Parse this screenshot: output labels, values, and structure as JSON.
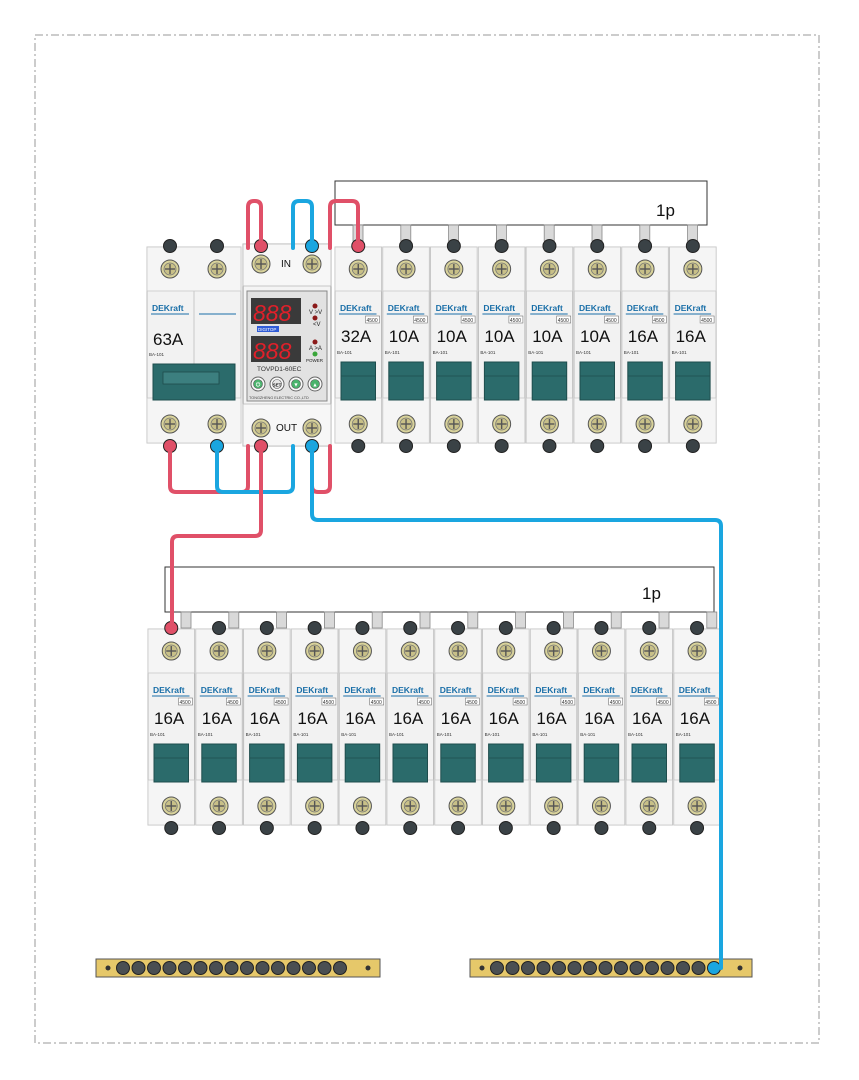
{
  "colors": {
    "phase_wire": "#e05068",
    "neutral_wire": "#1aa6e0",
    "breaker_body": "#f2f2f2",
    "breaker_lever": "#2b6b6b",
    "brand": "#1a6fa8",
    "busbar": "#e6c86a",
    "led": "#e0202a"
  },
  "busbar_top": {
    "label": "1p"
  },
  "busbar_bottom": {
    "label": "1p"
  },
  "main_switch": {
    "brand": "DEKraft",
    "rating": "63A",
    "model": "BA-101"
  },
  "voltage_relay": {
    "in_label": "IN",
    "out_label": "OUT",
    "display_top": "888",
    "display_bottom": "888",
    "brand_tag": "DIGITOP",
    "top_indicators": [
      "V >V",
      "<V"
    ],
    "bottom_indicators": [
      "A >A",
      "POWER"
    ],
    "model": "TOVPD1-60EC",
    "maker": "TONGZHENG ELECTRIC CO.,LTD",
    "btn_power": "⏻",
    "btn_set": "SET",
    "btn_down": "▼",
    "btn_up": "▲"
  },
  "top_row_breakers": [
    {
      "brand": "DEKraft",
      "series": "4500",
      "rating": "32A",
      "model": "BA-101"
    },
    {
      "brand": "DEKraft",
      "series": "4500",
      "rating": "10A",
      "model": "BA-101"
    },
    {
      "brand": "DEKraft",
      "series": "4500",
      "rating": "10A",
      "model": "BA-101"
    },
    {
      "brand": "DEKraft",
      "series": "4500",
      "rating": "10A",
      "model": "BA-101"
    },
    {
      "brand": "DEKraft",
      "series": "4500",
      "rating": "10A",
      "model": "BA-101"
    },
    {
      "brand": "DEKraft",
      "series": "4500",
      "rating": "10A",
      "model": "BA-101"
    },
    {
      "brand": "DEKraft",
      "series": "4500",
      "rating": "16A",
      "model": "BA-101"
    },
    {
      "brand": "DEKraft",
      "series": "4500",
      "rating": "16A",
      "model": "BA-101"
    }
  ],
  "bottom_row_breakers": [
    {
      "brand": "DEKraft",
      "series": "4500",
      "rating": "16A",
      "model": "BA-101"
    },
    {
      "brand": "DEKraft",
      "series": "4500",
      "rating": "16A",
      "model": "BA-101"
    },
    {
      "brand": "DEKraft",
      "series": "4500",
      "rating": "16A",
      "model": "BA-101"
    },
    {
      "brand": "DEKraft",
      "series": "4500",
      "rating": "16A",
      "model": "BA-101"
    },
    {
      "brand": "DEKraft",
      "series": "4500",
      "rating": "16A",
      "model": "BA-101"
    },
    {
      "brand": "DEKraft",
      "series": "4500",
      "rating": "16A",
      "model": "BA-101"
    },
    {
      "brand": "DEKraft",
      "series": "4500",
      "rating": "16A",
      "model": "BA-101"
    },
    {
      "brand": "DEKraft",
      "series": "4500",
      "rating": "16A",
      "model": "BA-101"
    },
    {
      "brand": "DEKraft",
      "series": "4500",
      "rating": "16A",
      "model": "BA-101"
    },
    {
      "brand": "DEKraft",
      "series": "4500",
      "rating": "16A",
      "model": "BA-101"
    },
    {
      "brand": "DEKraft",
      "series": "4500",
      "rating": "16A",
      "model": "BA-101"
    },
    {
      "brand": "DEKraft",
      "series": "4500",
      "rating": "16A",
      "model": "BA-101"
    }
  ],
  "terminal_strips": {
    "holes_per_strip": 15
  }
}
